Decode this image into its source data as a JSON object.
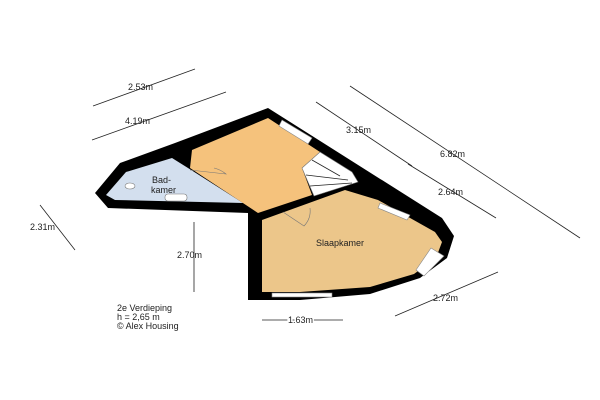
{
  "rooms": {
    "bath_line1": "Bad-",
    "bath_line2": "kamer",
    "bedroom": "Slaapkamer"
  },
  "dimensions": {
    "d1": "2.53m",
    "d2": "4.19m",
    "d3": "3.15m",
    "d4": "6.82m",
    "d5": "2.64m",
    "d6": "2.31m",
    "d7": "2.70m",
    "d8": "2.72m",
    "d9": "1.63m"
  },
  "caption": {
    "floor": "2e Verdieping",
    "height": "h = 2,65 m",
    "copyright": "© Alex Housing"
  },
  "colors": {
    "wall": "#000000",
    "room": "#f5c27c",
    "bedroom": "#ecc68a",
    "bath": "#d3dfee"
  }
}
